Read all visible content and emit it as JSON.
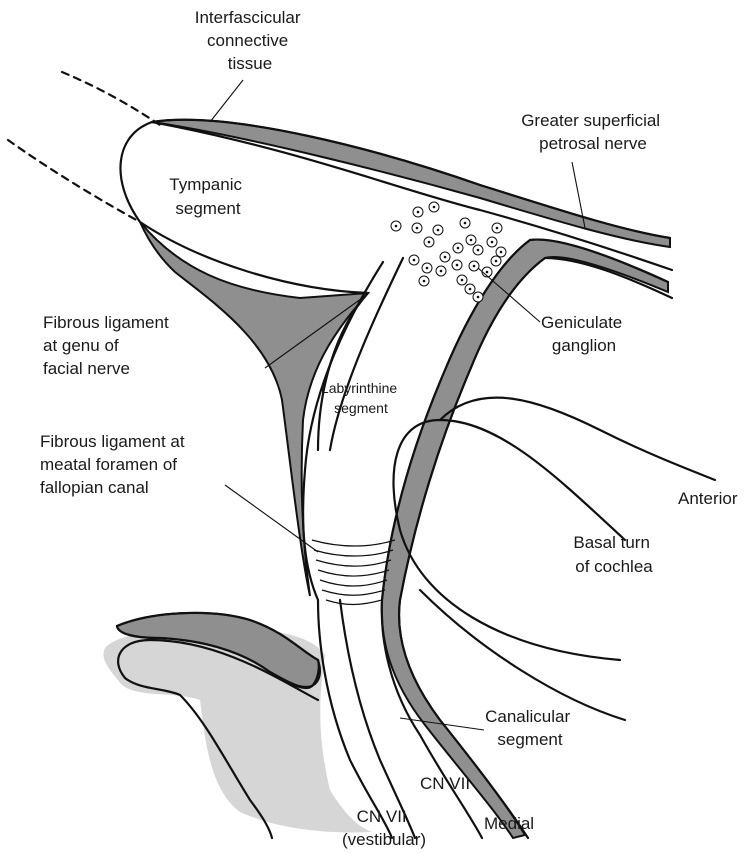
{
  "colors": {
    "tissue": "#8f8f8f",
    "light_gray": "#d6d6d6",
    "line": "#111111",
    "background": "#ffffff"
  },
  "labels": {
    "interfascicular": [
      "Interfascicular",
      "connective",
      "tissue"
    ],
    "greater_superficial": [
      "Greater superficial",
      "petrosal nerve"
    ],
    "tympanic": [
      "Tympanic",
      "segment"
    ],
    "geniculate": [
      "Geniculate",
      "ganglion"
    ],
    "fibrous_genu": [
      "Fibrous ligament",
      "at genu of",
      "facial nerve"
    ],
    "labyrinthine": [
      "Labyrinthine",
      "segment"
    ],
    "fibrous_meatal": [
      "Fibrous ligament at",
      "meatal foramen of",
      "fallopian canal"
    ],
    "anterior": "Anterior",
    "basal_turn": [
      "Basal turn",
      "of cochlea"
    ],
    "canalicular": [
      "Canalicular",
      "segment"
    ],
    "cn_vii": "CN VII",
    "cn_vii_vestibular": [
      "CN VII",
      "(vestibular)"
    ],
    "medial": "Medial"
  }
}
